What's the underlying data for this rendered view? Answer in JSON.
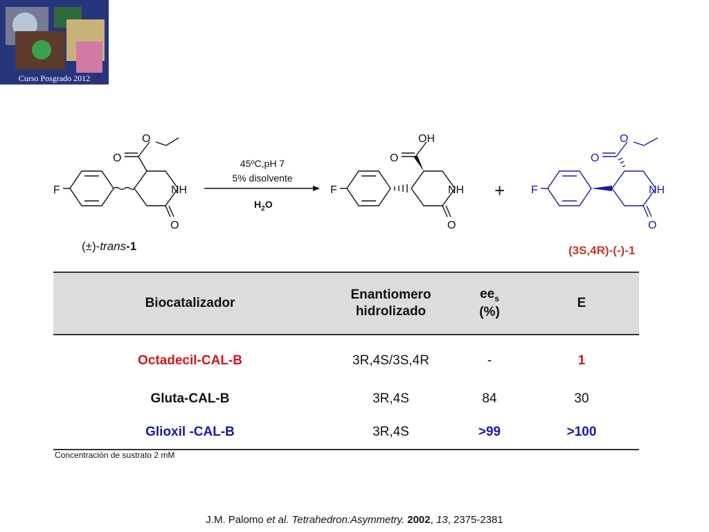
{
  "logo": {
    "caption": "Curso Posgrado 2012"
  },
  "scheme": {
    "reactant_label_prefix": "(±)-",
    "reactant_label_italic": "trans",
    "reactant_label_suffix": "-1",
    "condition_line1": "45ºC,pH 7",
    "condition_line2": "5% disolvente",
    "condition_water": "H",
    "condition_water_sub": "2",
    "condition_water_end": "O",
    "plus": "+",
    "product_label": "(3S,4R)-(-)-1",
    "atoms": {
      "F": "F",
      "O": "O",
      "NH": "NH",
      "OH": "OH"
    },
    "colors": {
      "product": "#1a1aa6",
      "label": "#c0392b"
    }
  },
  "table": {
    "headers": {
      "col1": "Biocatalizador",
      "col2_line1": "Enantiomero",
      "col2_line2": "hidrolizado",
      "col3_main": "ee",
      "col3_sub": "s",
      "col3_line2": "(%)",
      "col4": "E"
    },
    "rows": [
      {
        "catalyst": "Octadecil-CAL-B",
        "enantiomer": "3R,4S/3S,4R",
        "ee": "-",
        "e": "1"
      },
      {
        "catalyst": "Gluta-CAL-B",
        "enantiomer": "3R,4S",
        "ee": "84",
        "e": "30"
      },
      {
        "catalyst": "Glioxil -CAL-B",
        "enantiomer": "3R,4S",
        "ee": ">99",
        "e": ">100"
      }
    ]
  },
  "footnote": "Concentración de sustrato 2 mM",
  "reference": {
    "authors": "J.M. Palomo ",
    "etal": "et al. Tetrahedron:Asymmetry.",
    "year": "2002",
    "volume": "13",
    "pages": ", 2375-2381"
  }
}
